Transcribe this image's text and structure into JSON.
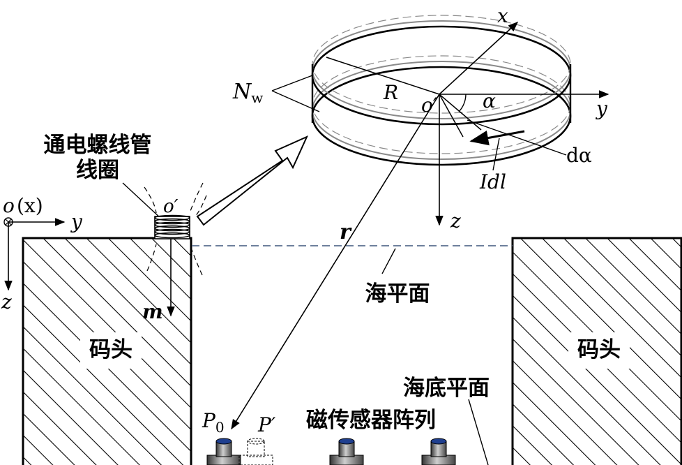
{
  "labels": {
    "solenoid_line1": "通电螺线管",
    "solenoid_line2": "线圈",
    "pier_left": "码头",
    "pier_right": "码头",
    "sea_level": "海平面",
    "seabed": "海底平面",
    "sensor_array": "磁传感器阵列"
  },
  "symbols": {
    "origin_left": "o",
    "origin_left_x": "(x)",
    "axis_y_left": "y",
    "axis_z_left": "z",
    "coil_origin": "o′",
    "moment": "m",
    "vector_r": "r",
    "Nw_N": "N",
    "Nw_sub": "w",
    "radius": "R",
    "ring_origin": "o′",
    "axis_x": "x",
    "axis_y": "y",
    "axis_z": "z",
    "alpha": "α",
    "dalpha": "dα",
    "Idl": "Idl",
    "P0": "P",
    "P0_sub": "0",
    "Pprime": "P′"
  },
  "colors": {
    "ink": "#000000",
    "sea_line": "#5a6f8f",
    "ring_grey": "#8a8a8a",
    "sensor_cap": "#1f3f8f"
  }
}
